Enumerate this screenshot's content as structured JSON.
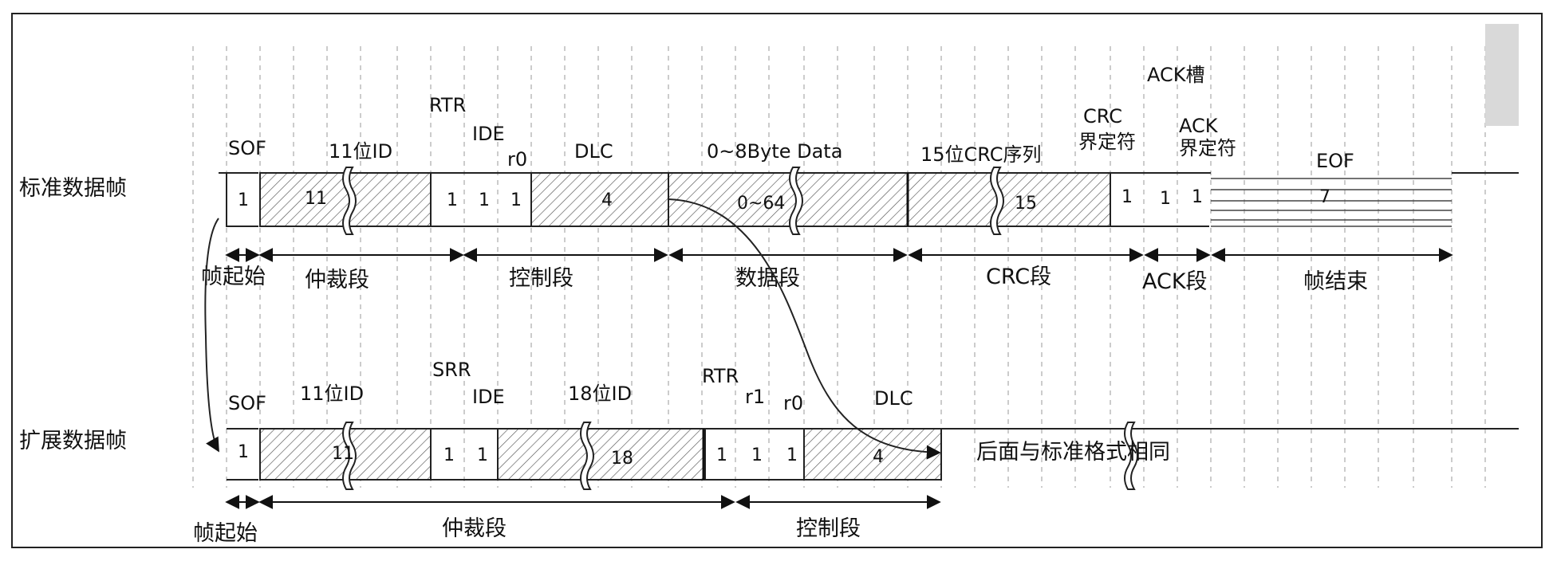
{
  "rows": {
    "standard_label": "标准数据帧",
    "extended_label": "扩展数据帧"
  },
  "standard": {
    "labels": {
      "sof": "SOF",
      "id11": "11位ID",
      "rtr": "RTR",
      "ide": "IDE",
      "r0": "r0",
      "dlc": "DLC",
      "data": "0~8Byte Data",
      "crc_seq": "15位CRC序列",
      "crc_delim_1": "CRC",
      "crc_delim_2": "界定符",
      "ack_slot": "ACK槽",
      "ack_delim_1": "ACK",
      "ack_delim_2": "界定符",
      "eof": "EOF"
    },
    "values": {
      "sof": "1",
      "id": "11",
      "rtr": "1",
      "ide": "1",
      "r0": "1",
      "dlc": "4",
      "data": "0~64",
      "crc": "15",
      "crc_delim": "1",
      "ack_slot": "1",
      "ack_delim": "1",
      "eof": "7"
    },
    "segments": {
      "frame_start": "帧起始",
      "arbitration": "仲裁段",
      "control": "控制段",
      "data": "数据段",
      "crc": "CRC段",
      "ack": "ACK段",
      "frame_end": "帧结束"
    }
  },
  "extended": {
    "labels": {
      "sof": "SOF",
      "id11": "11位ID",
      "srr": "SRR",
      "ide": "IDE",
      "id18": "18位ID",
      "rtr": "RTR",
      "r1": "r1",
      "r0": "r0",
      "dlc": "DLC"
    },
    "values": {
      "sof": "1",
      "id": "11",
      "srr": "1",
      "ide": "1",
      "id18": "18",
      "rtr": "1",
      "r1": "1",
      "r0": "1",
      "dlc": "4"
    },
    "note": "后面与标准格式相同",
    "segments": {
      "frame_start": "帧起始",
      "arbitration": "仲裁段",
      "control": "控制段"
    }
  },
  "colors": {
    "line": "#222222",
    "grid": "#9a9a9a",
    "scrollbar": "#d9d9d9"
  }
}
